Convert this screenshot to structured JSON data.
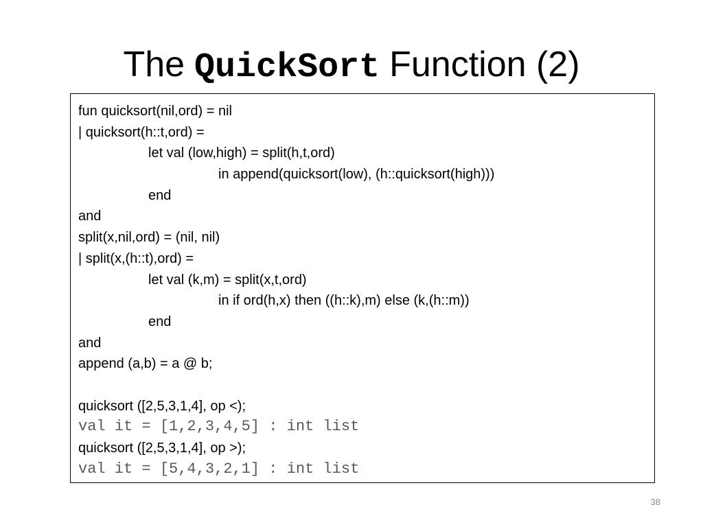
{
  "title": {
    "prefix": "The",
    "code": "QuickSort",
    "suffix": "Function (2)"
  },
  "code_lines": [
    "fun quicksort(nil,ord) = nil",
    "| quicksort(h::t,ord) =",
    "let val (low,high) = split(h,t,ord)",
    "in append(quicksort(low), (h::quicksort(high)))",
    "end",
    "and",
    "split(x,nil,ord) = (nil, nil)",
    "| split(x,(h::t),ord) =",
    "let val (k,m) = split(x,t,ord)",
    "in if ord(h,x) then ((h::k),m) else (k,(h::m))",
    "end",
    "and",
    "append (a,b) = a @ b;",
    "",
    "quicksort ([2,5,3,1,4], op <);",
    "val it = [1,2,3,4,5] : int list",
    "quicksort ([2,5,3,1,4], op >);",
    "val it = [5,4,3,2,1] : int list"
  ],
  "page_number": "38"
}
